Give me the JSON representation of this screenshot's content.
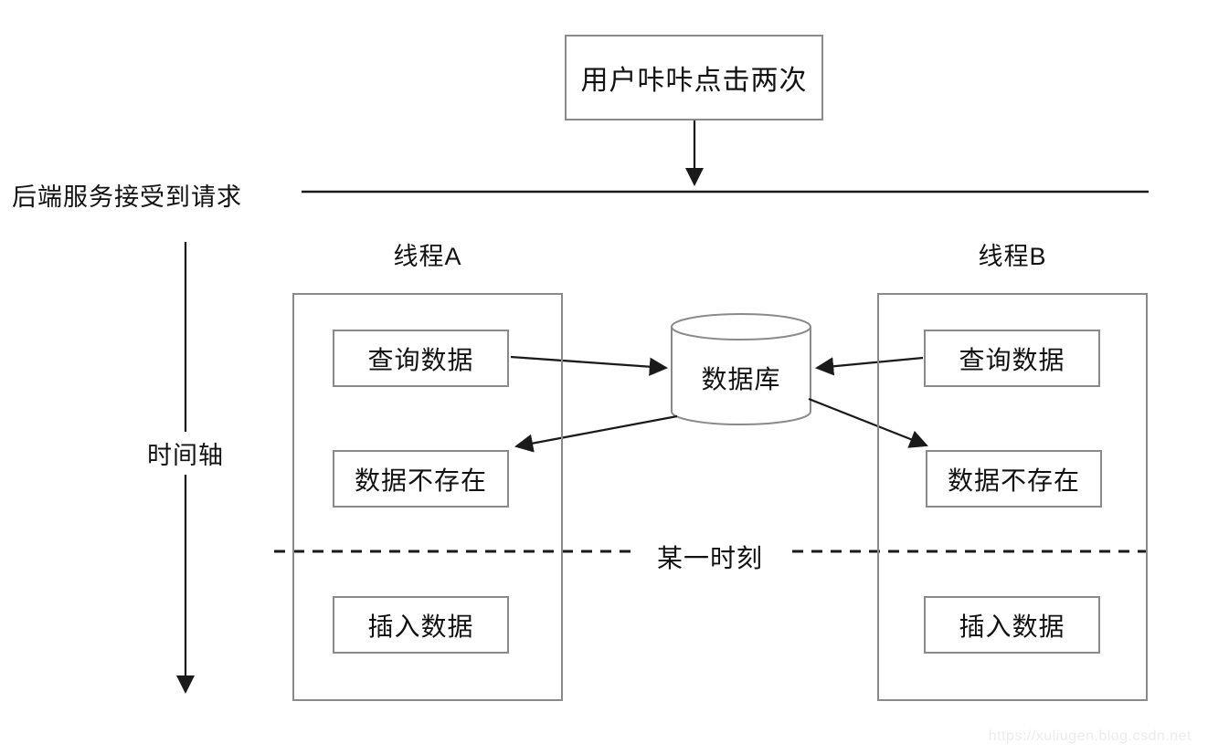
{
  "diagram": {
    "user_click_box": "用户咔咔点击两次",
    "backend_label": "后端服务接受到请求",
    "time_axis_label": "时间轴",
    "thread_a": {
      "title": "线程A",
      "steps": [
        "查询数据",
        "数据不存在",
        "插入数据"
      ]
    },
    "thread_b": {
      "title": "线程B",
      "steps": [
        "查询数据",
        "数据不存在",
        "插入数据"
      ]
    },
    "database_label": "数据库",
    "moment_label": "某一时刻",
    "watermark": "https://xuliugen.blog.csdn.net"
  },
  "colors": {
    "box_border_gray": "#8a8a8a",
    "line_black": "#1a1a1a",
    "text_black": "#111111",
    "watermark_gray": "#ececec",
    "background": "#ffffff"
  }
}
